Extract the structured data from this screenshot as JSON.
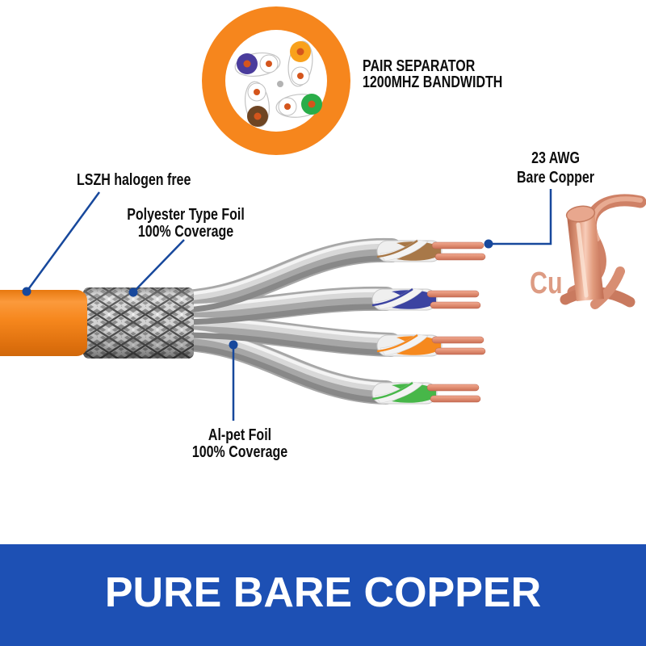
{
  "colors": {
    "banner_bg": "#1d50b4",
    "banner_fg": "#ffffff",
    "annotation_blue": "#17489c",
    "jacket_orange": "#f6861d",
    "label_text": "#0d0d0d",
    "cu_text": "#dd9b83",
    "pair_brown": "#a87848",
    "pair_blue": "#3b43a1",
    "pair_orange": "#f6891e",
    "pair_green": "#47b749",
    "cross_blue": "#4a3c9c",
    "cross_orange": "#f9a11c",
    "cross_brown": "#6e4523",
    "cross_green": "#2aad49",
    "conductor_dot": "#d4551c"
  },
  "cross_section": {
    "callout_line1": "PAIR SEPARATOR",
    "callout_line2": "1200MHZ BANDWIDTH",
    "pairs": [
      "blue-white",
      "orange-white",
      "brown-white",
      "green-white"
    ]
  },
  "callouts": {
    "lszh": "LSZH halogen free",
    "polyester_line1": "Polyester Type Foil",
    "polyester_line2": "100% Coverage",
    "alpet_line1": "Al-pet Foil",
    "alpet_line2": "100% Coverage",
    "awg_line1": "23 AWG",
    "awg_line2": "Bare Copper",
    "copper_symbol": "Cu"
  },
  "cable_parts": [
    "LSZH jacket",
    "braided shield",
    "Al-pet foil",
    "twisted pairs",
    "bare copper conductors"
  ],
  "banner": {
    "text": "PURE BARE COPPER"
  }
}
